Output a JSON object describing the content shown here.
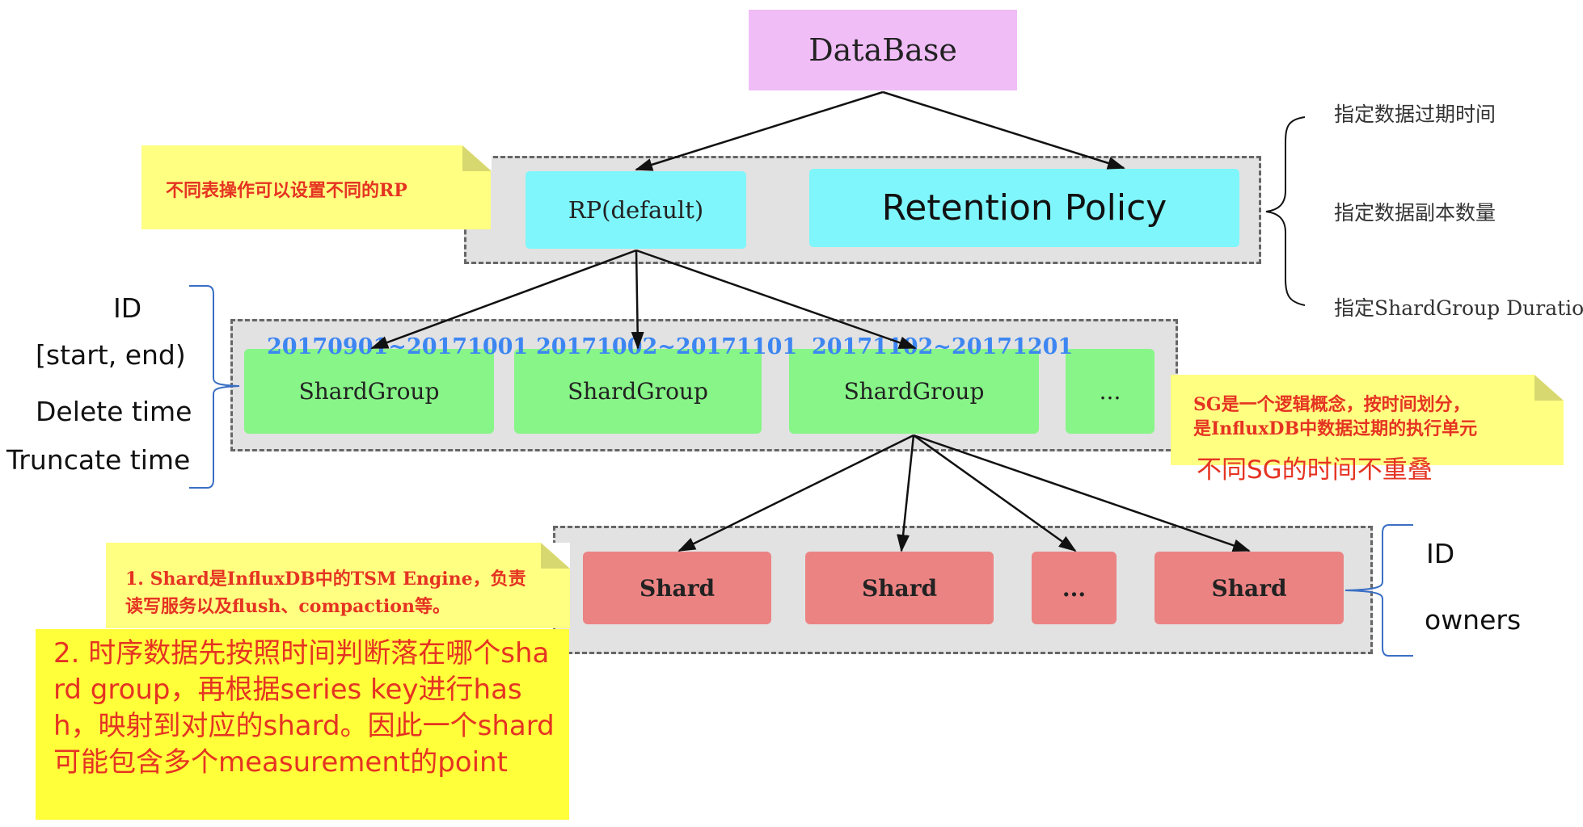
{
  "database": {
    "label": "DataBase"
  },
  "retention": {
    "rp_default": "RP(default)",
    "policy_label": "Retention Policy",
    "note": "不同表操作可以设置不同的RP",
    "attributes": [
      "指定数据过期时间",
      "指定数据副本数量",
      "指定ShardGroup Duration"
    ]
  },
  "shard_groups": {
    "items": [
      {
        "range": "20170901~20171001",
        "label": "ShardGroup"
      },
      {
        "range": "20171002~20171101",
        "label": "ShardGroup"
      },
      {
        "range": "20171102~20171201",
        "label": "ShardGroup"
      },
      {
        "range": "",
        "label": "..."
      }
    ],
    "left_attributes": [
      "ID",
      "[start, end)",
      "Delete time",
      "Truncate time"
    ],
    "note_line1": "SG是一个逻辑概念，按时间划分，",
    "note_line2": "是InfluxDB中数据过期的执行单元",
    "note_line3": "不同SG的时间不重叠"
  },
  "shards": {
    "items": [
      "Shard",
      "Shard",
      "...",
      "Shard"
    ],
    "right_attributes": [
      "ID",
      "owners"
    ],
    "note1_line1": "1. Shard是InfluxDB中的TSM Engine，负责",
    "note1_line2": "读写服务以及flush、compaction等。",
    "note2": "2. 时序数据先按照时间判断落在哪个shard group，再根据series key进行hash，映射到对应的shard。因此一个shard可能包含多个measurement的point"
  },
  "colors": {
    "database": "#f0bdf7",
    "retention_policy": "#7ff6fb",
    "shard_group": "#87f587",
    "shard": "#ec8383",
    "note": "#ffff82",
    "note_text": "#e53322",
    "date_text": "#3d86f2",
    "bracket": "#3a6fc4"
  }
}
